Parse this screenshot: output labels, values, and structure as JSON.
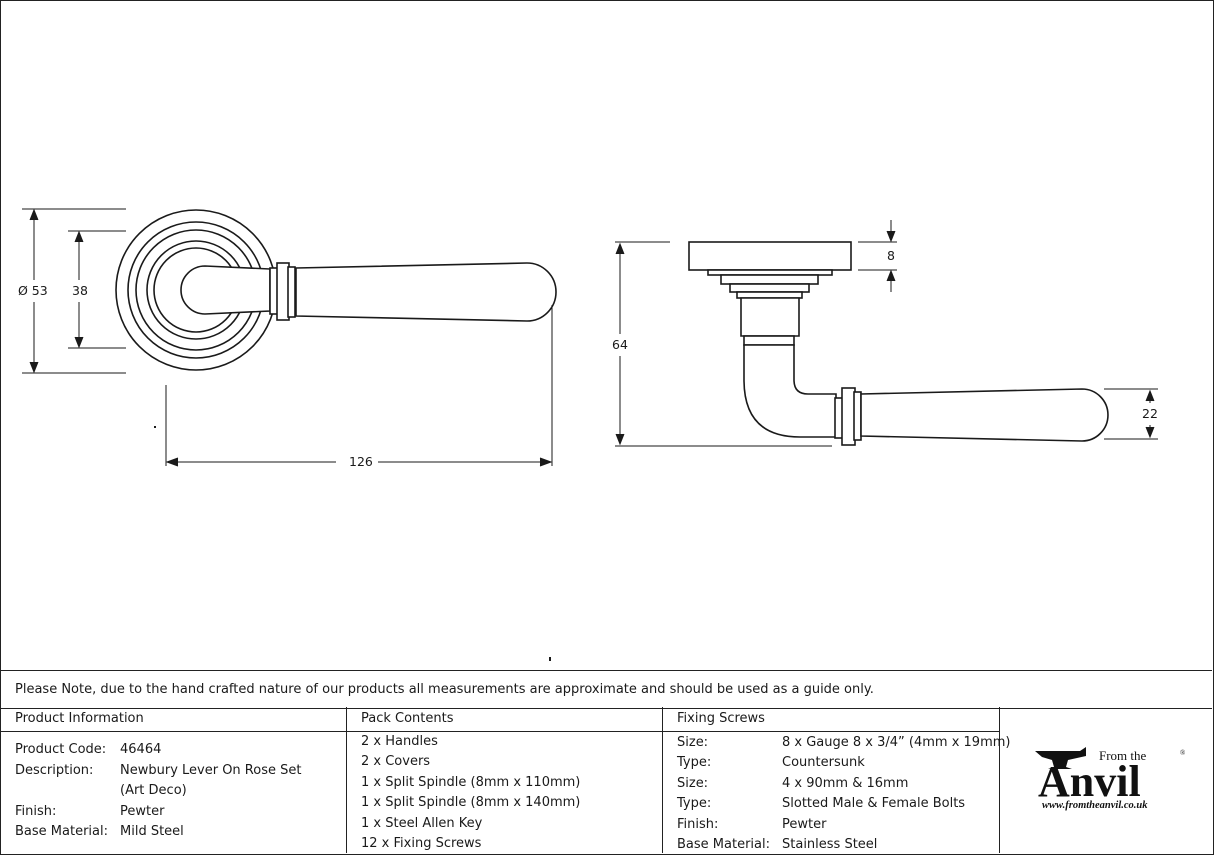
{
  "dimensions": {
    "rose_diameter": "Ø 53",
    "rose_inner": "38",
    "lever_length": "126",
    "rose_depth": "8",
    "projection": "64",
    "grip_height": "22"
  },
  "note": "Please Note, due to the hand crafted nature of our products all measurements are approximate and should be used as a guide only.",
  "product_information": {
    "title": "Product Information",
    "rows": [
      {
        "label": "Product Code:",
        "value": "46464"
      },
      {
        "label": "Description:",
        "value": "Newbury Lever On Rose Set"
      },
      {
        "label": "",
        "value": "(Art Deco)"
      },
      {
        "label": "Finish:",
        "value": "Pewter"
      },
      {
        "label": "Base Material:",
        "value": "Mild Steel"
      }
    ]
  },
  "pack_contents": {
    "title": "Pack Contents",
    "items": [
      "2 x Handles",
      "2 x Covers",
      "1 x Split Spindle (8mm x 110mm)",
      "1 x Split Spindle (8mm x 140mm)",
      "1 x Steel Allen Key",
      "12 x Fixing Screws"
    ]
  },
  "fixing_screws": {
    "title": "Fixing Screws",
    "rows": [
      {
        "label": "Size:",
        "value": "8 x Gauge 8 x 3/4” (4mm x 19mm)"
      },
      {
        "label": "Type:",
        "value": "Countersunk"
      },
      {
        "label": "Size:",
        "value": "4 x 90mm & 16mm"
      },
      {
        "label": "Type:",
        "value": "Slotted Male & Female Bolts"
      },
      {
        "label": "Finish:",
        "value": "Pewter"
      },
      {
        "label": "Base Material:",
        "value": "Stainless Steel"
      }
    ]
  },
  "brand": {
    "from_the": "From the",
    "name": "Anvil",
    "registered": "®",
    "url": "www.fromtheanvil.co.uk"
  }
}
